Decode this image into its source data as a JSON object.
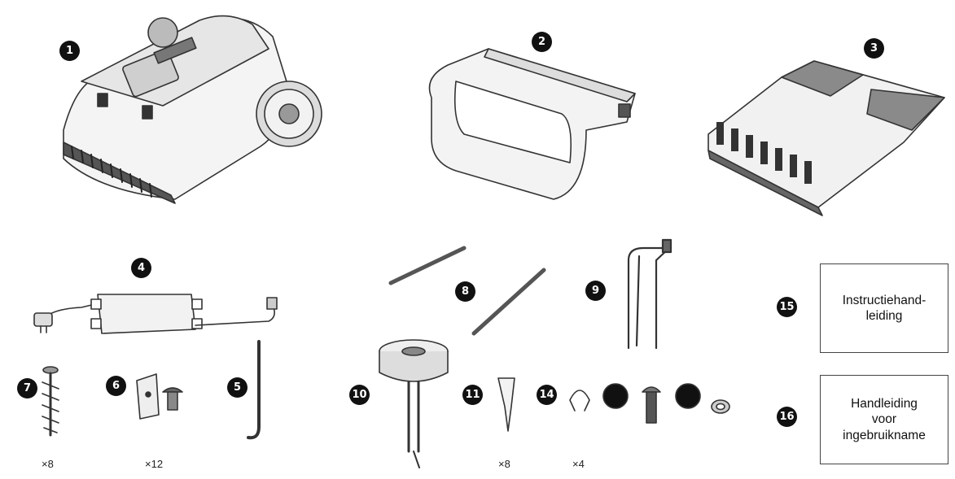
{
  "items": [
    {
      "number": "1",
      "name": "robot-mower"
    },
    {
      "number": "2",
      "name": "charging-station-cover"
    },
    {
      "number": "3",
      "name": "charging-station-base"
    },
    {
      "number": "4",
      "name": "power-adapter"
    },
    {
      "number": "5",
      "name": "hex-key"
    },
    {
      "number": "6",
      "name": "bracket-and-bolt"
    },
    {
      "number": "7",
      "name": "ground-screw"
    },
    {
      "number": "8",
      "name": "extension-rods"
    },
    {
      "number": "9",
      "name": "antenna-stake"
    },
    {
      "number": "10",
      "name": "rtk-antenna"
    },
    {
      "number": "11",
      "name": "cable-peg"
    },
    {
      "number": "14",
      "name": "fastener-set"
    },
    {
      "number": "15",
      "name": "instruction-manual"
    },
    {
      "number": "16",
      "name": "quick-start-guide"
    }
  ],
  "quantities": {
    "screws": "×8",
    "brackets": "×12",
    "pegs": "×8",
    "fasteners": "×4"
  },
  "documents": {
    "manual_label": "Instructiehand-\nleiding",
    "guide_label": "Handleiding\nvoor\ningebruikname"
  }
}
